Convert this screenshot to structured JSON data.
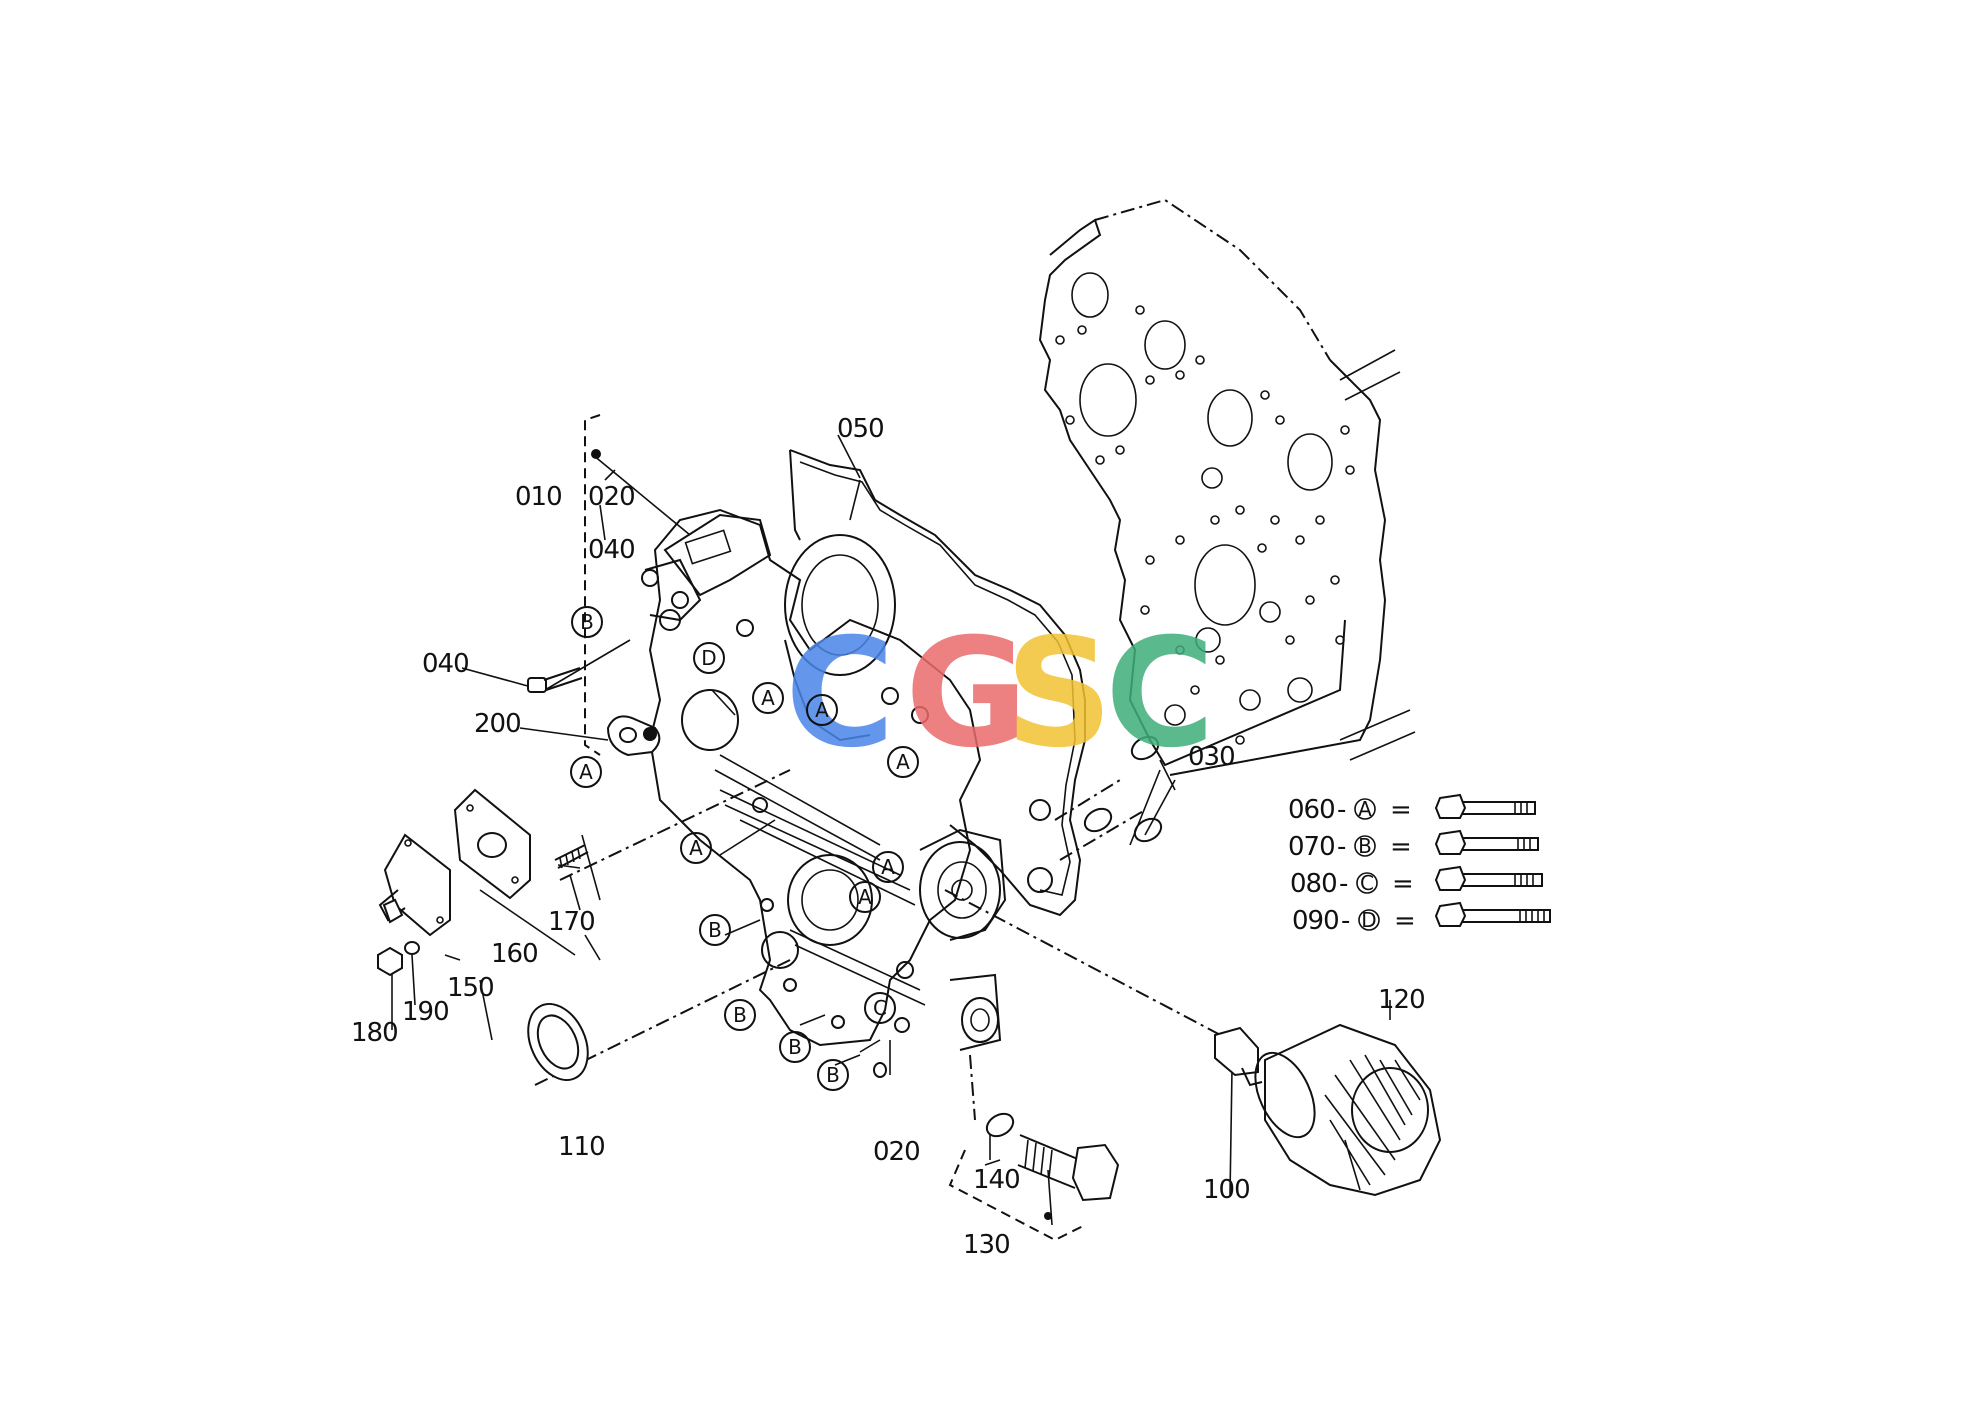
{
  "watermark": {
    "text": "CGSC",
    "colors": [
      "#4a86e8",
      "#ea6b6b",
      "#f1c232",
      "#3fae7a"
    ]
  },
  "part_labels": {
    "p010": "010",
    "p020a": "020",
    "p040a": "040",
    "p040b": "040",
    "p050": "050",
    "p200": "200",
    "p170": "170",
    "p160": "160",
    "p150": "150",
    "p190": "190",
    "p180": "180",
    "p110": "110",
    "p020b": "020",
    "p140": "140",
    "p130": "130",
    "p100": "100",
    "p120": "120",
    "p030": "030"
  },
  "bolt_markers": {
    "A": "A",
    "B": "B",
    "C": "C",
    "D": "D"
  },
  "legend": [
    {
      "part": "060",
      "marker": "A",
      "sep": "-",
      "eq": "="
    },
    {
      "part": "070",
      "marker": "B",
      "sep": "-",
      "eq": "="
    },
    {
      "part": "080",
      "marker": "C",
      "sep": "-",
      "eq": "="
    },
    {
      "part": "090",
      "marker": "D",
      "sep": "-",
      "eq": "="
    }
  ]
}
